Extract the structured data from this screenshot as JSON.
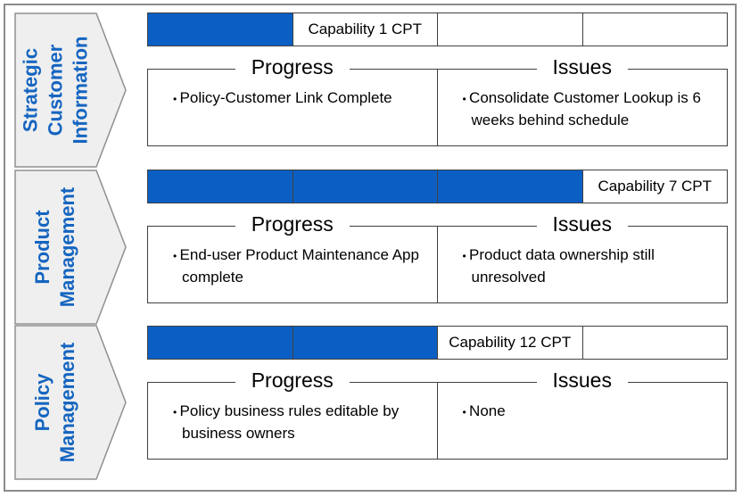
{
  "rows": [
    {
      "label": "Strategic\nCustomer\nInformation",
      "filled_segments": 1,
      "capability": "Capability 1 CPT",
      "progress_title": "Progress",
      "progress_text": "Policy-Customer Link Complete",
      "issues_title": "Issues",
      "issues_text": "Consolidate Customer Lookup is 6 weeks behind schedule"
    },
    {
      "label": "Product\nManagement",
      "filled_segments": 3,
      "capability": "Capability 7 CPT",
      "progress_title": "Progress",
      "progress_text": "End-user Product Maintenance App complete",
      "issues_title": "Issues",
      "issues_text": "Product data ownership still unresolved"
    },
    {
      "label": "Policy\nManagement",
      "filled_segments": 2,
      "capability": "Capability 12 CPT",
      "progress_title": "Progress",
      "progress_text": "Policy business rules editable by business owners",
      "issues_title": "Issues",
      "issues_text": "None"
    }
  ],
  "colors": {
    "fill": "#0b5fc4",
    "label": "#1565c0",
    "chevron": "#efefef"
  }
}
